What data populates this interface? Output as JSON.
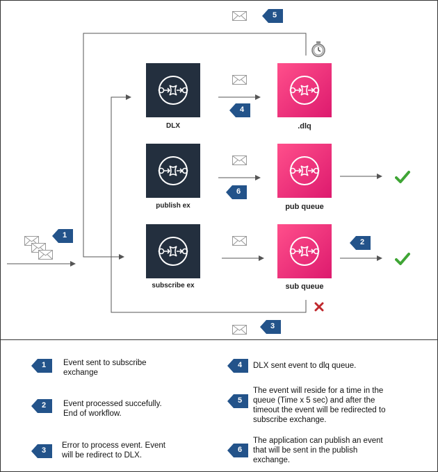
{
  "nodes": {
    "dlx": {
      "label": "DLX"
    },
    "dlq": {
      "label": ".dlq"
    },
    "publish_ex": {
      "label": "publish ex"
    },
    "pub_queue": {
      "label": "pub queue"
    },
    "subscribe_ex": {
      "label": "subscribe ex"
    },
    "sub_queue": {
      "label": "sub queue"
    }
  },
  "badges": {
    "b1": "1",
    "b2": "2",
    "b3": "3",
    "b4": "4",
    "b5": "5",
    "b6": "6"
  },
  "legend": [
    {
      "num": "1",
      "text_lines": [
        "Event sent to subscribe",
        "exchange"
      ]
    },
    {
      "num": "2",
      "text_lines": [
        "Event processed succefully.",
        "End of workflow."
      ]
    },
    {
      "num": "3",
      "text_lines": [
        "Error to process event. Event",
        "will be redirect to DLX."
      ]
    },
    {
      "num": "4",
      "text_lines": [
        "DLX sent event to dlq queue."
      ]
    },
    {
      "num": "5",
      "text_lines": [
        "The event will reside for a time in the",
        "queue (Time x 5 sec) and after the",
        "timeout the event will be redirected to",
        "subscribe exchange."
      ]
    },
    {
      "num": "6",
      "text_lines": [
        "The application can publish an event",
        "that will be sent in the publish",
        "exchange."
      ]
    }
  ],
  "colors": {
    "badge": "#23538a",
    "exchange": "#232f3e",
    "queue_start": "#ff4f8b",
    "queue_end": "#dd1a6e",
    "success": "#3fa535",
    "error": "#c0282d",
    "line": "#555555"
  },
  "icons": [
    "envelope-icon",
    "stopwatch-icon",
    "check-icon",
    "x-icon",
    "exchange-icon",
    "queue-icon"
  ]
}
